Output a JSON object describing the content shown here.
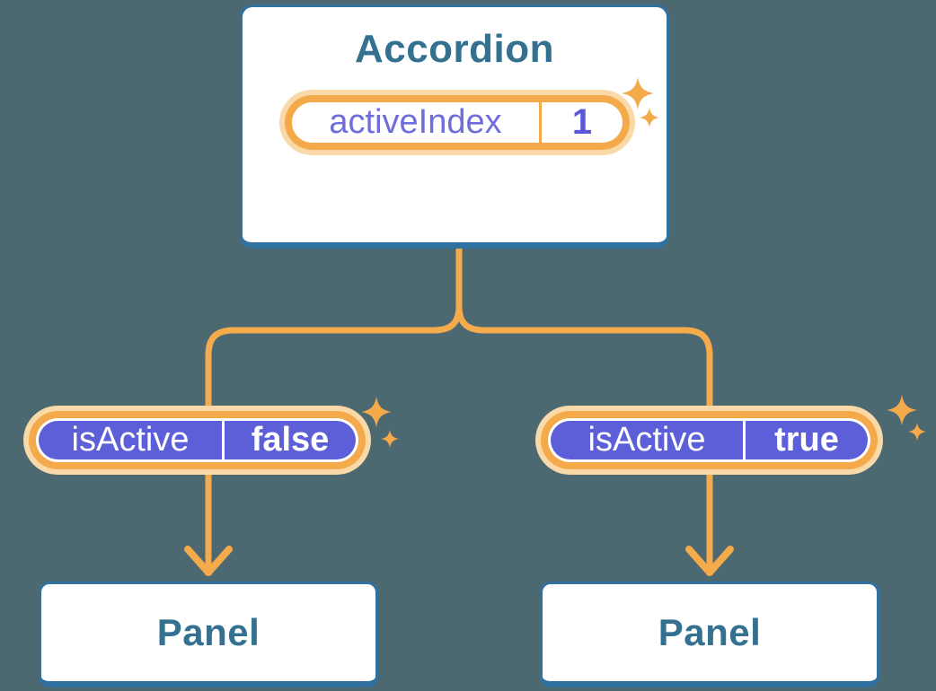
{
  "diagram": {
    "root": {
      "title": "Accordion",
      "state_pill": {
        "label": "activeIndex",
        "value": "1"
      }
    },
    "children": [
      {
        "prop_pill": {
          "label": "isActive",
          "value": "false"
        },
        "panel_title": "Panel"
      },
      {
        "prop_pill": {
          "label": "isActive",
          "value": "true"
        },
        "panel_title": "Panel"
      }
    ],
    "icons": {
      "sparkle": "✦",
      "arrow_down": "↓"
    },
    "colors": {
      "background": "#4C6871",
      "card_fill": "#FFFFFF",
      "card_border_blue": "#3071A0",
      "heading_text_blue": "#34708F",
      "connector_orange": "#F5AB4B",
      "pill_border_orange": "#F4AA4A",
      "pill_glow_peach": "#F9D9A7",
      "prop_pill_purple": "#5D5FD9",
      "state_label_purple": "#6F6DDC",
      "state_value_purple": "#5A58D8",
      "prop_text_white": "#FFFFFF"
    }
  }
}
